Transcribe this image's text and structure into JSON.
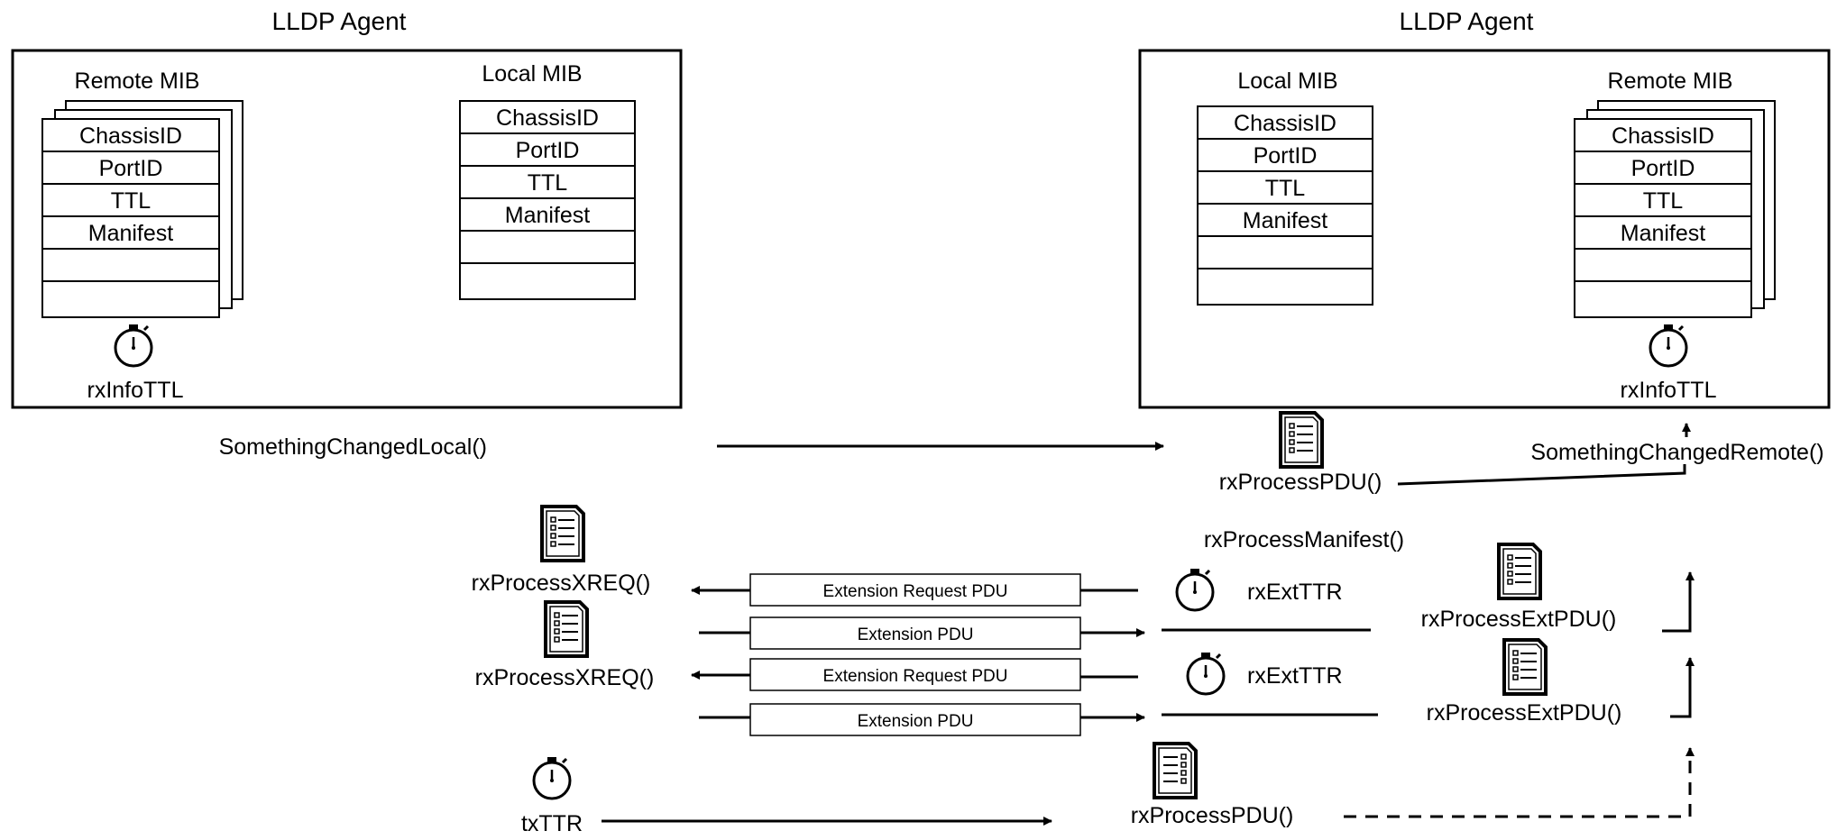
{
  "left_agent": {
    "title": "LLDP Agent",
    "remote_mib": {
      "label": "Remote MIB",
      "rows": [
        "ChassisID",
        "PortID",
        "TTL",
        "Manifest",
        "",
        ""
      ]
    },
    "local_mib": {
      "label": "Local MIB",
      "rows": [
        "ChassisID",
        "PortID",
        "TTL",
        "Manifest",
        "",
        ""
      ]
    },
    "timer_label": "rxInfoTTL"
  },
  "right_agent": {
    "title": "LLDP Agent",
    "local_mib": {
      "label": "Local MIB",
      "rows": [
        "ChassisID",
        "PortID",
        "TTL",
        "Manifest",
        "",
        ""
      ]
    },
    "remote_mib": {
      "label": "Remote MIB",
      "rows": [
        "ChassisID",
        "PortID",
        "TTL",
        "Manifest",
        "",
        ""
      ]
    },
    "timer_label": "rxInfoTTL"
  },
  "functions": {
    "something_changed_local": "SomethingChangedLocal()",
    "something_changed_remote": "SomethingChangedRemote()",
    "rx_process_pdu_top": "rxProcessPDU()",
    "rx_process_manifest": "rxProcessManifest()",
    "rx_process_xreq_1": "rxProcessXREQ()",
    "rx_process_xreq_2": "rxProcessXREQ()",
    "rx_ext_ttr_1": "rxExtTTR",
    "rx_ext_ttr_2": "rxExtTTR",
    "rx_process_ext_pdu_1": "rxProcessExtPDU()",
    "rx_process_ext_pdu_2": "rxProcessExtPDU()",
    "tx_ttr": "txTTR",
    "rx_process_pdu_bottom": "rxProcessPDU()"
  },
  "pdus": {
    "ext_request_1": "Extension Request PDU",
    "ext_pdu_1": "Extension PDU",
    "ext_request_2": "Extension Request PDU",
    "ext_pdu_2": "Extension PDU"
  },
  "icons": [
    "stopwatch-icon",
    "checklist-document-icon"
  ]
}
